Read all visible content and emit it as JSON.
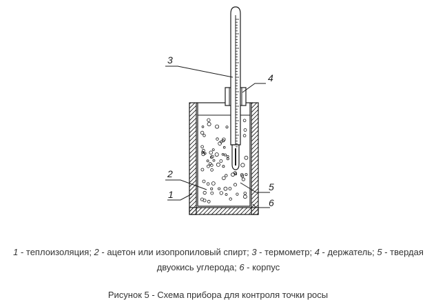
{
  "diagram": {
    "labels": {
      "l1": "1",
      "l2": "2",
      "l3": "3",
      "l4": "4",
      "l5": "5",
      "l6": "6"
    }
  },
  "legend": {
    "n1": "1",
    "t1": " - теплоизоляция; ",
    "n2": "2",
    "t2": " - ацетон или изопропиловый спирт; ",
    "n3": "3",
    "t3": " - термометр; ",
    "n4": "4",
    "t4": " - держатель; ",
    "n5": "5",
    "t5": " - твердая двуокись углерода; ",
    "n6": "6",
    "t6": " - корпус"
  },
  "caption": "Рисунок 5 - Схема прибора для контроля точки росы",
  "colors": {
    "line": "#1a1a1a",
    "text": "#333333"
  }
}
